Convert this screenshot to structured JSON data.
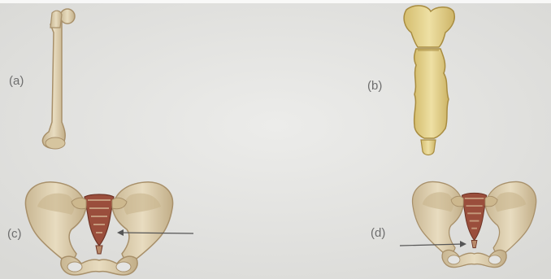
{
  "labels": {
    "a": "(a)",
    "b": "(b)",
    "c": "(c)",
    "d": "(d)"
  },
  "figures": {
    "a": "femur",
    "b": "sternum",
    "c": "pelvis",
    "d": "pelvis"
  },
  "colors": {
    "background": "#e4e4e2",
    "bone": "#d8c8a2",
    "bone_outline": "#a8906a",
    "sternum": "#e3cf86",
    "sacrum": "#9a4e3c",
    "arrow": "#555555"
  }
}
